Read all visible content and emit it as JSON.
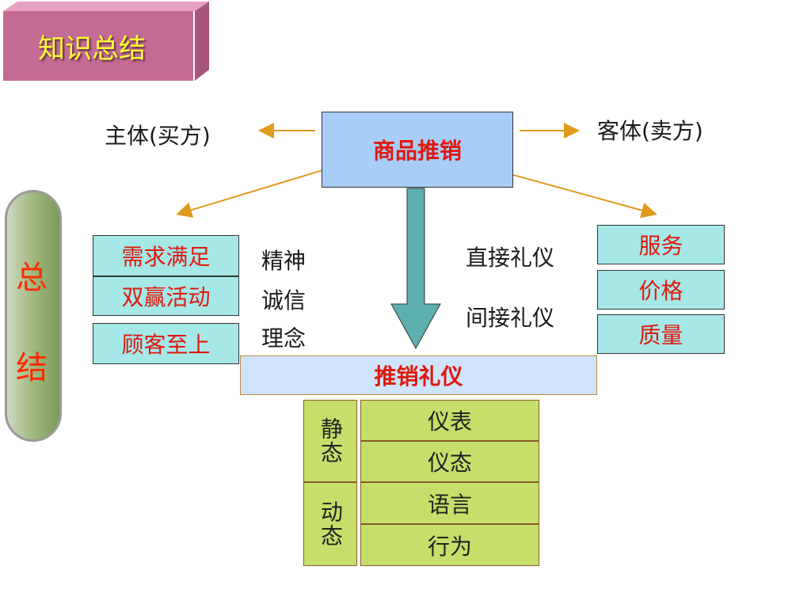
{
  "title": "知识总结",
  "side": {
    "char1": "总",
    "char2": "结"
  },
  "center": "商品推销",
  "buyer": "主体(买方)",
  "seller": "客体(卖方)",
  "left_boxes": [
    "需求满足",
    "双赢活动",
    "顾客至上"
  ],
  "middle_left": [
    "精神",
    "诚信",
    "理念"
  ],
  "middle_right": [
    "直接礼仪",
    "间接礼仪"
  ],
  "right_boxes": [
    "服务",
    "价格",
    "质量"
  ],
  "bar": "推销礼仪",
  "static_label": "静态",
  "dynamic_label": "动态",
  "static_items": [
    "仪表",
    "仪态"
  ],
  "dynamic_items": [
    "语言",
    "行为"
  ]
}
